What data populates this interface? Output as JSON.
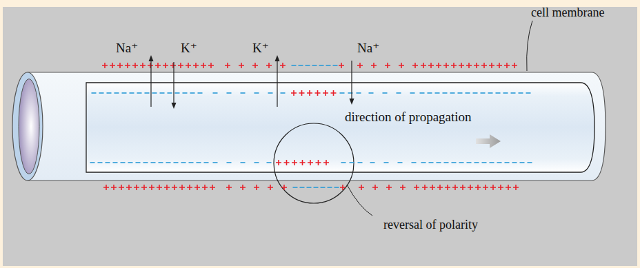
{
  "diagram": {
    "labels": [
      "Na⁺",
      "K⁺",
      "K⁺",
      "Na⁺",
      "cell membrane",
      "direction of propagation",
      "reversal of polarity"
    ]
  }
}
